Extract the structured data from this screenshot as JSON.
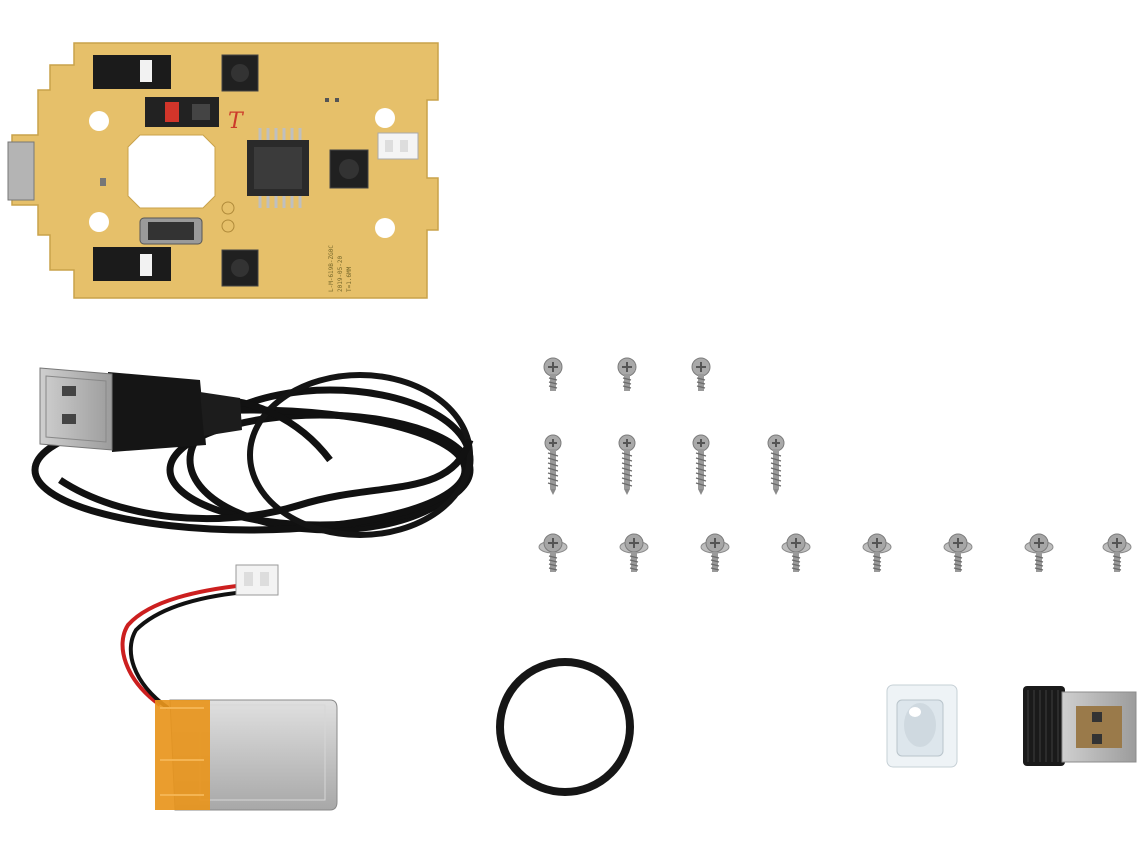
{
  "image": {
    "background": "#ffffff",
    "items": [
      {
        "name": "pcb-board",
        "color": "#e4be64"
      },
      {
        "name": "usb-charging-cable",
        "color": "#111111"
      },
      {
        "name": "screws",
        "count": 15,
        "color": "#9a9a9a"
      },
      {
        "name": "lipo-battery",
        "color": "#c8c8c8",
        "tape_color": "#e89a1a"
      },
      {
        "name": "rubber-o-ring",
        "color": "#1a1a1a"
      },
      {
        "name": "clear-light-guide",
        "color": "#e8eef2"
      },
      {
        "name": "usb-nano-receiver",
        "color": "#1a1a1a"
      }
    ]
  },
  "pcb": {
    "silkscreen_lines": [
      "L-M-619B-ZG0C",
      "2019-05-20",
      "T=1.6MM"
    ]
  }
}
